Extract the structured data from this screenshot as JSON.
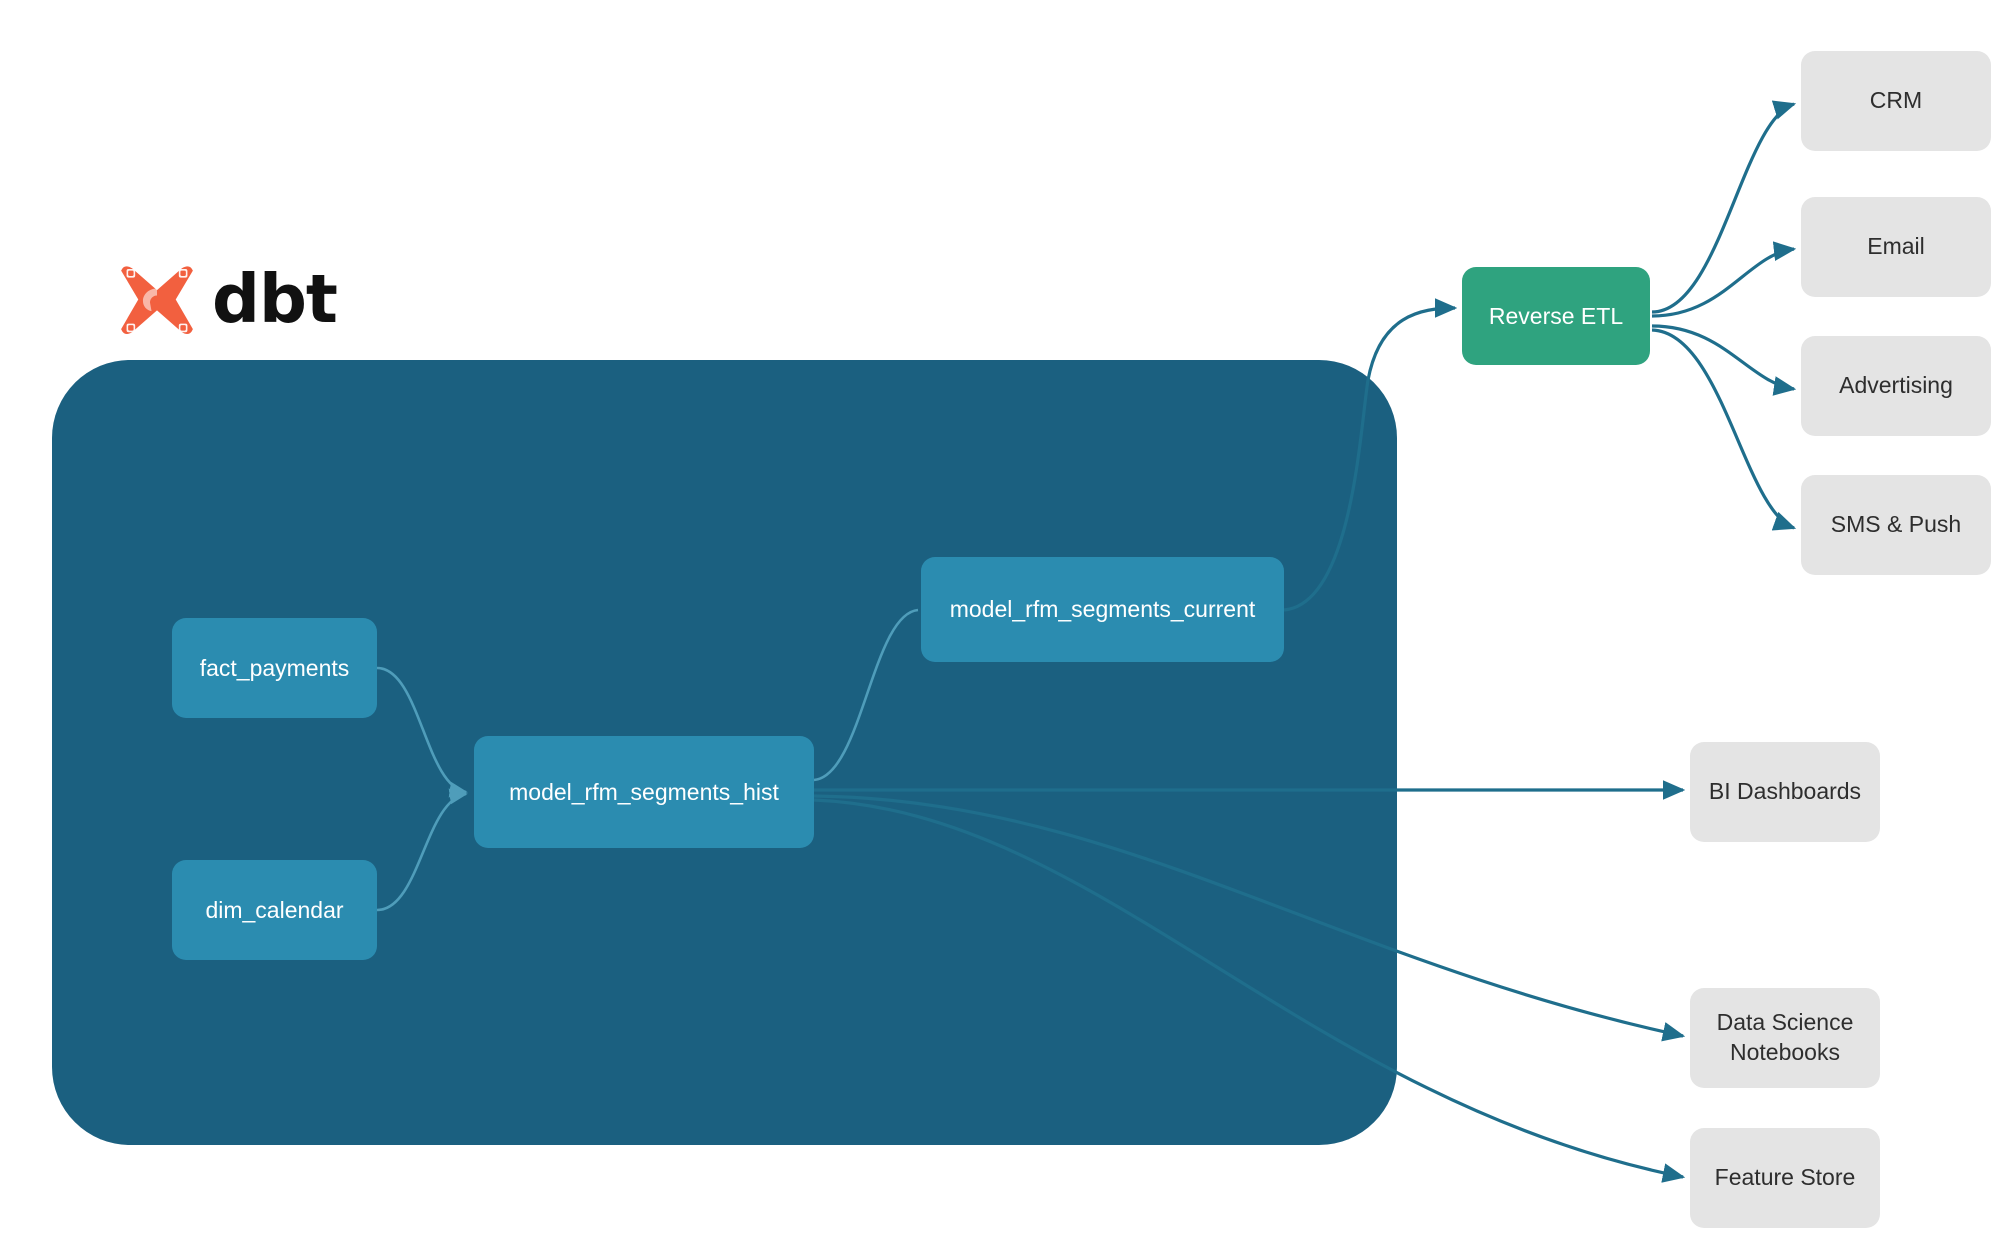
{
  "brand": {
    "logo_icon": "dbt-logo-icon",
    "wordmark": "dbt",
    "logo_color": "#F2603F",
    "wordmark_color": "#111111"
  },
  "colors": {
    "warehouse_fill": "#1B6080",
    "model_node_fill": "#2B8CB0",
    "reverse_etl_fill": "#2FA37F",
    "destination_fill": "#E4E4E4",
    "edge_stroke": "#1F6E8C",
    "inner_edge_stroke": "#3E91AE",
    "background": "#FFFFFF"
  },
  "warehouse": {
    "name": "warehouse-container",
    "nodes": [
      {
        "id": "fact_payments",
        "label": "fact_payments"
      },
      {
        "id": "dim_calendar",
        "label": "dim_calendar"
      },
      {
        "id": "model_rfm_segments_hist",
        "label": "model_rfm_segments_hist"
      },
      {
        "id": "model_rfm_segments_current",
        "label": "model_rfm_segments_current"
      }
    ]
  },
  "activation": {
    "hub": {
      "id": "reverse_etl",
      "label": "Reverse ETL"
    },
    "destinations": [
      {
        "id": "crm",
        "label": "CRM"
      },
      {
        "id": "email",
        "label": "Email"
      },
      {
        "id": "advertising",
        "label": "Advertising"
      },
      {
        "id": "sms_push",
        "label": "SMS & Push"
      }
    ]
  },
  "analytics": {
    "destinations": [
      {
        "id": "bi_dashboards",
        "label": "BI Dashboards"
      },
      {
        "id": "ds_notebooks",
        "label": "Data Science\nNotebooks",
        "line1": "Data Science",
        "line2": "Notebooks"
      },
      {
        "id": "feature_store",
        "label": "Feature Store"
      }
    ]
  },
  "chart_data": {
    "type": "diagram",
    "title": "dbt RFM segmentation lineage and activation flow",
    "graph_kind": "directed-acyclic-lineage",
    "nodes": [
      {
        "id": "fact_payments",
        "label": "fact_payments",
        "group": "warehouse",
        "style": "model"
      },
      {
        "id": "dim_calendar",
        "label": "dim_calendar",
        "group": "warehouse",
        "style": "model"
      },
      {
        "id": "model_rfm_segments_hist",
        "label": "model_rfm_segments_hist",
        "group": "warehouse",
        "style": "model"
      },
      {
        "id": "model_rfm_segments_current",
        "label": "model_rfm_segments_current",
        "group": "warehouse",
        "style": "model"
      },
      {
        "id": "reverse_etl",
        "label": "Reverse ETL",
        "group": "activation",
        "style": "hub"
      },
      {
        "id": "crm",
        "label": "CRM",
        "group": "activation",
        "style": "destination"
      },
      {
        "id": "email",
        "label": "Email",
        "group": "activation",
        "style": "destination"
      },
      {
        "id": "advertising",
        "label": "Advertising",
        "group": "activation",
        "style": "destination"
      },
      {
        "id": "sms_push",
        "label": "SMS & Push",
        "group": "activation",
        "style": "destination"
      },
      {
        "id": "bi_dashboards",
        "label": "BI Dashboards",
        "group": "analytics",
        "style": "destination"
      },
      {
        "id": "ds_notebooks",
        "label": "Data Science Notebooks",
        "group": "analytics",
        "style": "destination"
      },
      {
        "id": "feature_store",
        "label": "Feature Store",
        "group": "analytics",
        "style": "destination"
      }
    ],
    "edges": [
      {
        "from": "fact_payments",
        "to": "model_rfm_segments_hist"
      },
      {
        "from": "dim_calendar",
        "to": "model_rfm_segments_hist"
      },
      {
        "from": "model_rfm_segments_hist",
        "to": "model_rfm_segments_current"
      },
      {
        "from": "model_rfm_segments_current",
        "to": "reverse_etl"
      },
      {
        "from": "reverse_etl",
        "to": "crm"
      },
      {
        "from": "reverse_etl",
        "to": "email"
      },
      {
        "from": "reverse_etl",
        "to": "advertising"
      },
      {
        "from": "reverse_etl",
        "to": "sms_push"
      },
      {
        "from": "model_rfm_segments_hist",
        "to": "bi_dashboards"
      },
      {
        "from": "model_rfm_segments_hist",
        "to": "ds_notebooks"
      },
      {
        "from": "model_rfm_segments_hist",
        "to": "feature_store"
      }
    ],
    "legend": [],
    "annotations": [
      "dbt"
    ]
  }
}
